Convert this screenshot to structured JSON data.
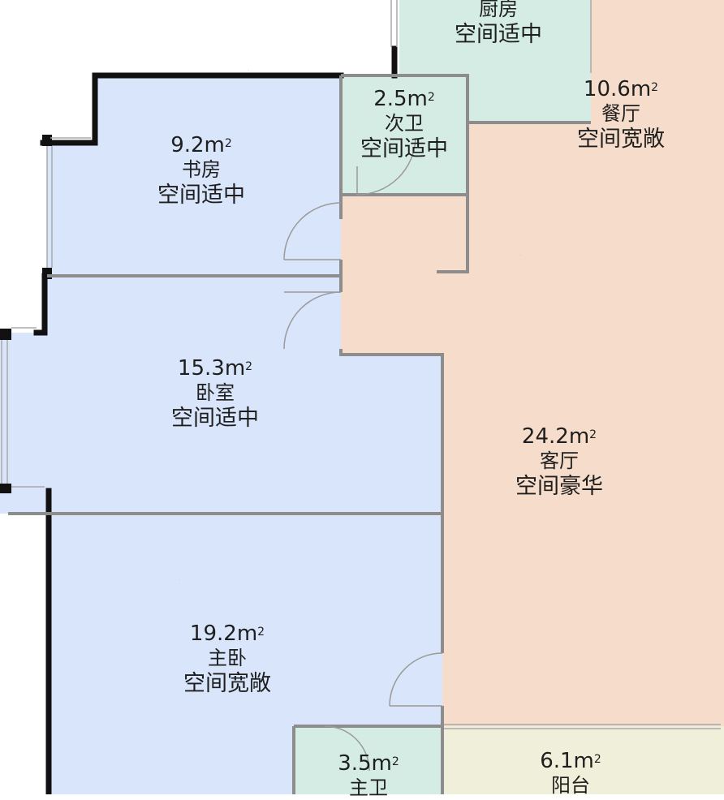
{
  "area_unit": "m",
  "area_unit_exp": "2",
  "rooms": [
    {
      "key": "kitchen",
      "area": "",
      "name": "厨房",
      "rating": "空间适中",
      "fill": "#d4ece3"
    },
    {
      "key": "dining",
      "area": "10.6",
      "name": "餐厅",
      "rating": "空间宽敞",
      "fill": "#f5dccb"
    },
    {
      "key": "bath2",
      "area": "2.5",
      "name": "次卫",
      "rating": "空间适中",
      "fill": "#d4ece3"
    },
    {
      "key": "study",
      "area": "9.2",
      "name": "书房",
      "rating": "空间适中",
      "fill": "#d8e5fb"
    },
    {
      "key": "bedroom",
      "area": "15.3",
      "name": "卧室",
      "rating": "空间适中",
      "fill": "#d8e5fb"
    },
    {
      "key": "living",
      "area": "24.2",
      "name": "客厅",
      "rating": "空间豪华",
      "fill": "#f5dccb"
    },
    {
      "key": "master",
      "area": "19.2",
      "name": "主卧",
      "rating": "空间宽敞",
      "fill": "#d8e5fb"
    },
    {
      "key": "bath1",
      "area": "3.5",
      "name": "主卫",
      "rating": "",
      "fill": "#d4ece3"
    },
    {
      "key": "balcony",
      "area": "6.1",
      "name": "阳台",
      "rating": "",
      "fill": "#f0f0da"
    }
  ]
}
